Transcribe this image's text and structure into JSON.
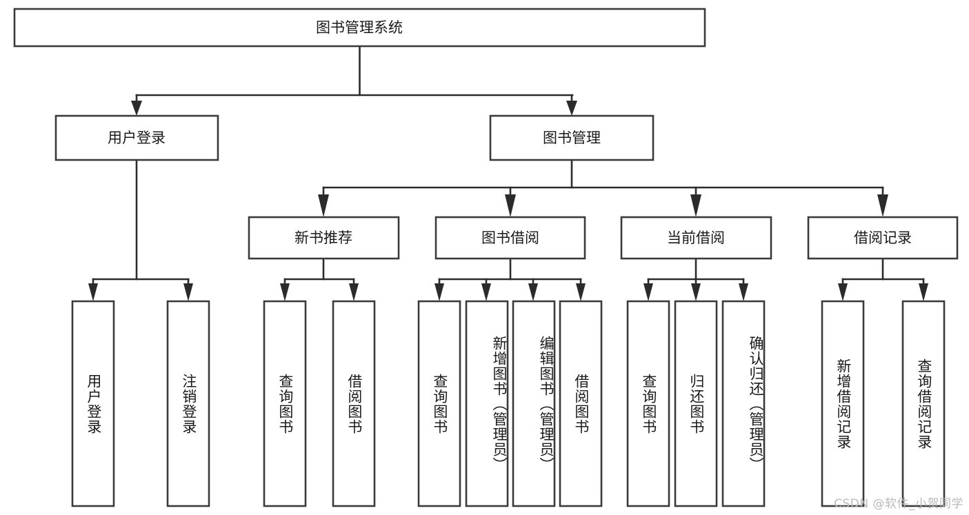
{
  "diagram": {
    "title": "图书管理系统",
    "watermark": "CSDN @软件_小贺同学",
    "type": "tree",
    "colors": {
      "box_stroke": "#3a3a3a",
      "connector": "#2b2b2b",
      "box_fill": "#ffffff",
      "background": "#ffffff",
      "watermark": "#b9b9b9"
    },
    "levels": {
      "root": {
        "label": "图书管理系统"
      },
      "level2": [
        {
          "label": "用户登录"
        },
        {
          "label": "图书管理"
        }
      ],
      "level3": [
        {
          "label": "新书推荐"
        },
        {
          "label": "图书借阅"
        },
        {
          "label": "当前借阅"
        },
        {
          "label": "借阅记录"
        }
      ],
      "leaves": {
        "user_login": [
          {
            "label": "用户登录"
          },
          {
            "label": "注销登录"
          }
        ],
        "new_book_recommend": [
          {
            "label": "查询图书"
          },
          {
            "label": "借阅图书"
          }
        ],
        "book_borrow": [
          {
            "label": "查询图书"
          },
          {
            "label": "新增图书（管理员）"
          },
          {
            "label": "编辑图书（管理员）"
          },
          {
            "label": "借阅图书"
          }
        ],
        "current_borrow": [
          {
            "label": "查询图书"
          },
          {
            "label": "归还图书"
          },
          {
            "label": "确认归还（管理员）"
          }
        ],
        "borrow_record": [
          {
            "label": "新增借阅记录"
          },
          {
            "label": "查询借阅记录"
          }
        ]
      }
    }
  }
}
